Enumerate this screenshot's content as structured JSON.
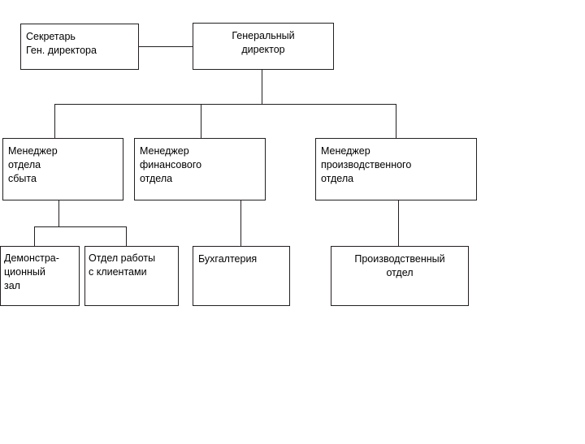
{
  "diagram": {
    "title_type": "organizational-chart",
    "language": "ru",
    "box_border_color": "#231f20",
    "line_color": "#231f20",
    "background_color": "#ffffff",
    "text_color": "#000000"
  },
  "nodes": {
    "secretary": {
      "label": "Секретарь\nГен. директора",
      "level": "top"
    },
    "general_director": {
      "label": "Генеральный\nдиректор",
      "level": "top"
    },
    "sales_manager": {
      "label": " Менеджер\nотдела\nсбыта",
      "level": "middle"
    },
    "finance_manager": {
      "label": "   Менеджер\nфинансового\nотдела",
      "level": "middle"
    },
    "production_manager": {
      "label": "      Менеджер\nпроизводственного\nотдела",
      "level": "middle"
    },
    "showroom": {
      "label": "Демонстра-\nционный\nзал",
      "level": "bottom"
    },
    "client_department": {
      "label": "Отдел работы\nс клиентами",
      "level": "bottom"
    },
    "accounting": {
      "label": "Бухгалтерия",
      "level": "bottom"
    },
    "production_department": {
      "label": "Производственный\nотдел",
      "level": "bottom"
    }
  },
  "connections": [
    {
      "from": "secretary",
      "to": "general_director",
      "style": "horizontal"
    },
    {
      "from": "general_director",
      "to": "sales_manager",
      "style": "tree"
    },
    {
      "from": "general_director",
      "to": "finance_manager",
      "style": "tree"
    },
    {
      "from": "general_director",
      "to": "production_manager",
      "style": "tree"
    },
    {
      "from": "sales_manager",
      "to": "showroom",
      "style": "tree"
    },
    {
      "from": "sales_manager",
      "to": "client_department",
      "style": "tree"
    },
    {
      "from": "finance_manager",
      "to": "accounting",
      "style": "vertical"
    },
    {
      "from": "production_manager",
      "to": "production_department",
      "style": "vertical"
    }
  ]
}
